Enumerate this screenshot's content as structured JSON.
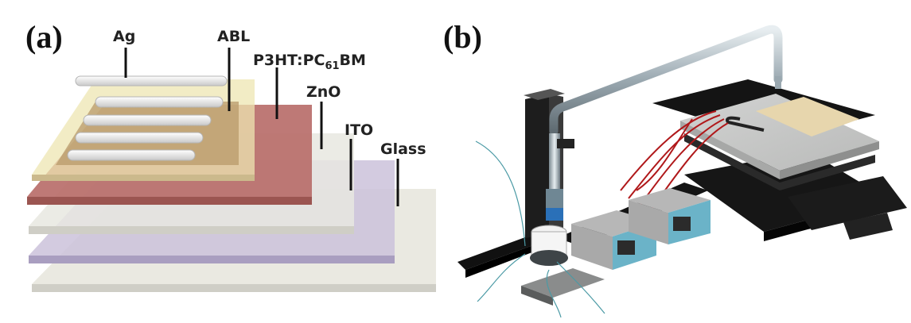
{
  "panels": {
    "a": {
      "label": "(a)",
      "layers": [
        {
          "name": "Ag"
        },
        {
          "name": "ABL"
        },
        {
          "name": "P3HT:PC",
          "sub": "61",
          "suffix": "BM"
        },
        {
          "name": "ZnO"
        },
        {
          "name": "ITO"
        },
        {
          "name": "Glass"
        }
      ],
      "colors": {
        "glass": "#e9e8df",
        "ito": "#cbc2da",
        "zno": "#e8e7e0",
        "active": "#b86e6a",
        "abl": "#ede6b2",
        "ag": "#eeeeee"
      }
    },
    "b": {
      "label": "(b)"
    }
  }
}
